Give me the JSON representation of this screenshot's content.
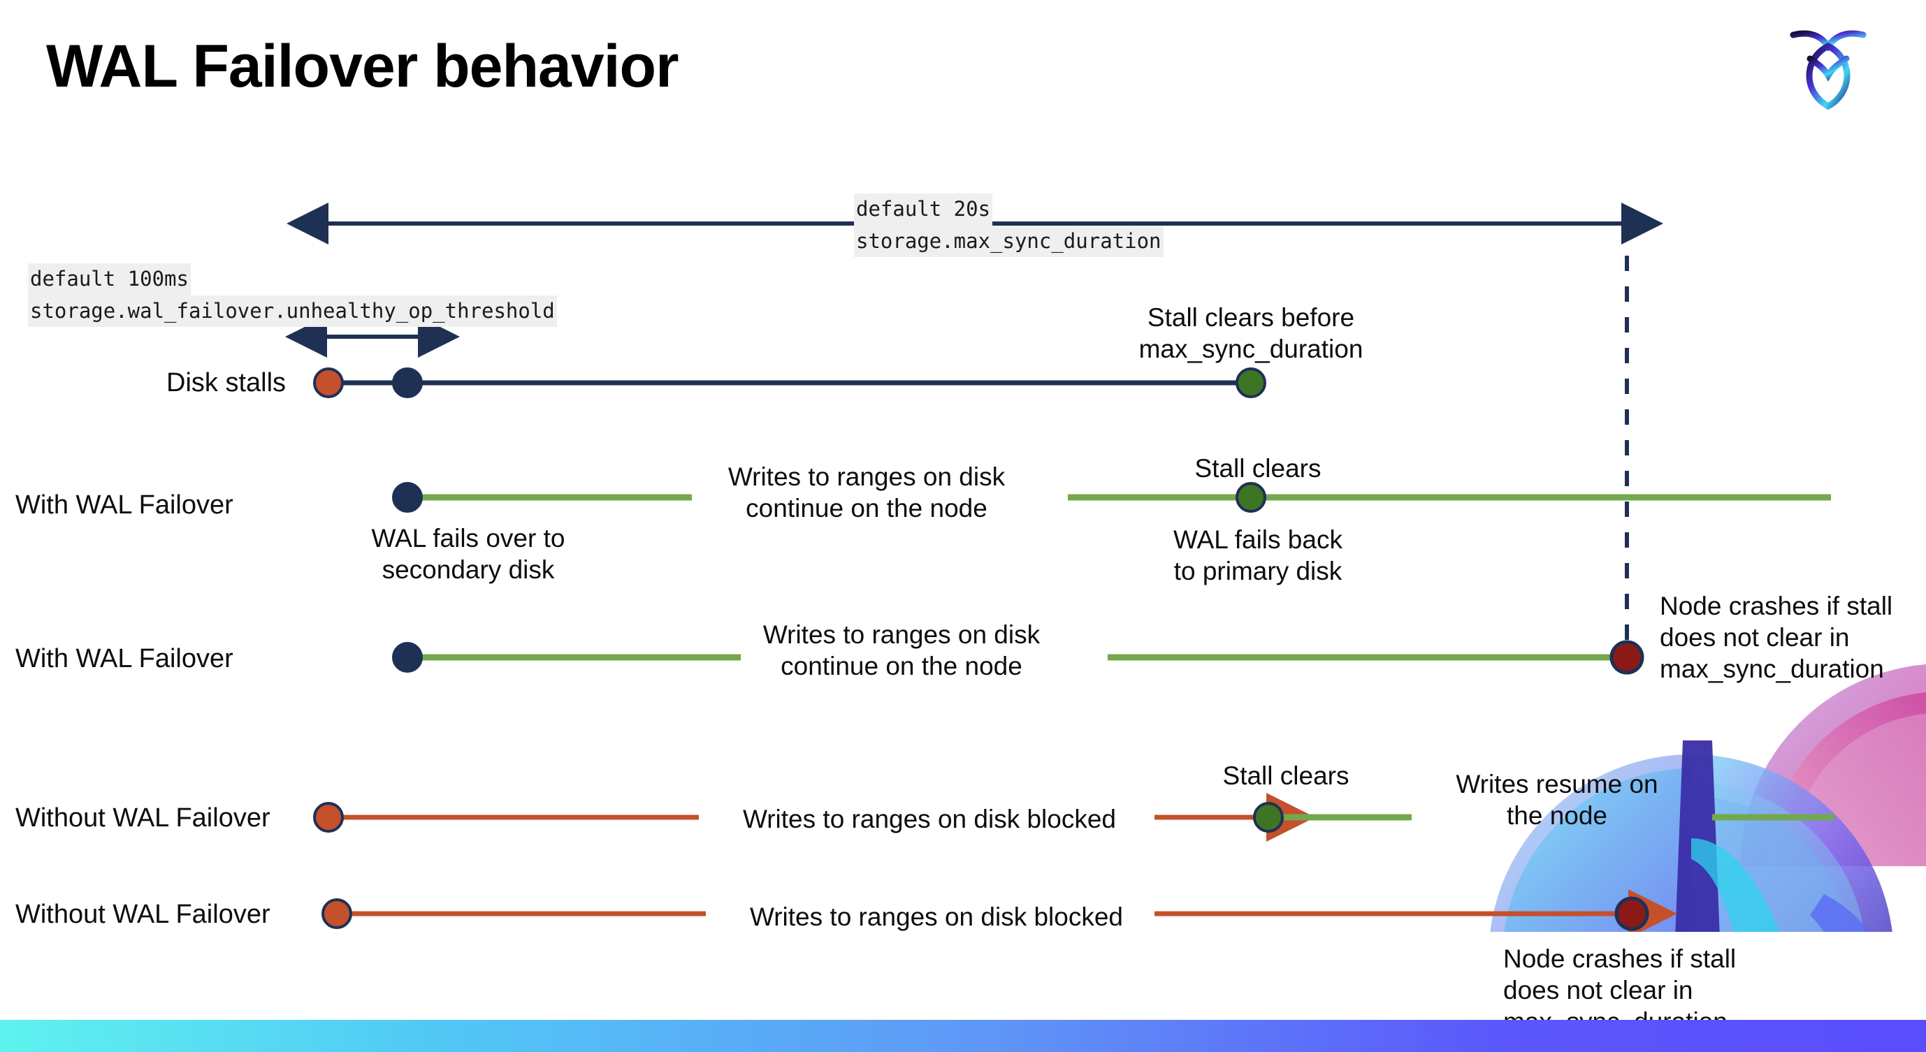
{
  "slide": {
    "title": "WAL Failover behavior",
    "logo_name": "cockroachdb-logo"
  },
  "annotations": {
    "max_sync": {
      "line1": "default 20s",
      "line2": "storage.max_sync_duration"
    },
    "unhealthy": {
      "line1": "default 100ms",
      "line2": "storage.wal_failover.unhealthy_op_threshold"
    }
  },
  "rows": [
    {
      "id": "disk-stalls",
      "label": "Disk stalls",
      "note_above": "Stall clears before\nmax_sync_duration"
    },
    {
      "id": "with-wal-failover-1",
      "label": "With WAL Failover",
      "note_start": "WAL fails over to\nsecondary disk",
      "note_mid": "Writes to ranges on disk\ncontinue on the node",
      "note_clear": "Stall clears",
      "note_back": "WAL fails  back\nto primary disk"
    },
    {
      "id": "with-wal-failover-2",
      "label": "With WAL Failover",
      "note_mid": "Writes to ranges on disk\ncontinue on the node",
      "note_crash": "Node crashes if stall\ndoes not clear in\nmax_sync_duration"
    },
    {
      "id": "without-wal-failover-1",
      "label": "Without WAL Failover",
      "note_mid": "Writes to ranges on disk  blocked",
      "note_clear": "Stall clears",
      "note_resume": "Writes resume on\nthe node"
    },
    {
      "id": "without-wal-failover-2",
      "label": "Without WAL Failover",
      "note_mid": "Writes to ranges on disk  blocked",
      "note_crash": "Node crashes if stall\ndoes not clear in\nmax_sync_duration"
    }
  ],
  "colors": {
    "navy": "#1f3055",
    "green_line": "#74a84e",
    "green_dot": "#3e7524",
    "orange": "#c4502c",
    "dark_red": "#8b1a16",
    "code_bg": "#efefef",
    "bar_start": "#5ff2ef",
    "bar_end": "#5a4dfc"
  }
}
